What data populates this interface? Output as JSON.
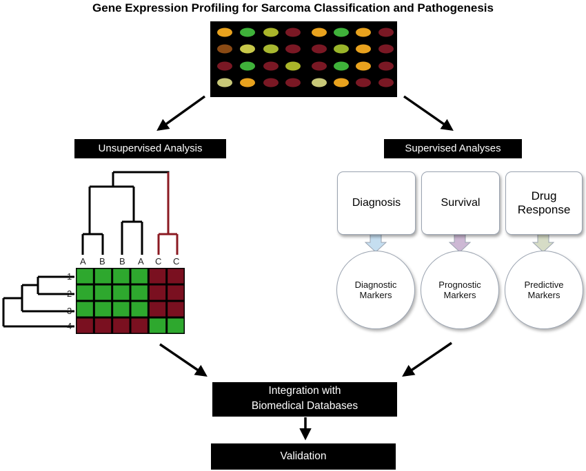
{
  "title": "Gene Expression Profiling for Sarcoma Classification and Pathogenesis",
  "colors": {
    "green": "#2ea82e",
    "maroon": "#7a1020",
    "dendro_black": "#000000",
    "dendro_red": "#8b1a22",
    "arrow_blue": "#c5def0",
    "arrow_purple": "#cdb8d4",
    "arrow_green": "#d6dcc6"
  },
  "microarray": {
    "rows": [
      [
        "#e8a21e",
        "#3fb23a",
        "#aab52a",
        "#7a1824",
        "#e8a21e",
        "#3fb23a",
        "#e8a21e",
        "#7a1824"
      ],
      [
        "#8a4a14",
        "#c8c84a",
        "#a8b830",
        "#7a1824",
        "#7a1824",
        "#9ab52a",
        "#e8a21e",
        "#7a1824"
      ],
      [
        "#7a1824",
        "#3fb23a",
        "#7a1824",
        "#aab52a",
        "#7a1824",
        "#3fb23a",
        "#e8a21e",
        "#7a1824"
      ],
      [
        "#c8c878",
        "#e8a21e",
        "#7a1824",
        "#7a1824",
        "#c8c878",
        "#e8a21e",
        "#7a1824",
        "#7a1824"
      ]
    ]
  },
  "unsupervised": {
    "label": "Unsupervised Analysis",
    "column_labels": [
      "A",
      "B",
      "B",
      "A",
      "C",
      "C"
    ],
    "row_labels": [
      "1",
      "2",
      "3",
      "4"
    ],
    "heatmap": [
      [
        "g",
        "g",
        "g",
        "g",
        "m",
        "m"
      ],
      [
        "g",
        "g",
        "g",
        "g",
        "m",
        "m"
      ],
      [
        "g",
        "g",
        "g",
        "g",
        "m",
        "m"
      ],
      [
        "m",
        "m",
        "m",
        "m",
        "g",
        "g"
      ]
    ]
  },
  "supervised": {
    "label": "Supervised Analyses",
    "categories": [
      {
        "box": "Diagnosis",
        "marker_line1": "Diagnostic",
        "marker_line2": "Markers",
        "arrow": "blue"
      },
      {
        "box": "Survival",
        "marker_line1": "Prognostic",
        "marker_line2": "Markers",
        "arrow": "purple"
      },
      {
        "box_line1": "Drug",
        "box_line2": "Response",
        "marker_line1": "Predictive",
        "marker_line2": "Markers",
        "arrow": "green"
      }
    ]
  },
  "integration": {
    "line1": "Integration with",
    "line2": "Biomedical Databases"
  },
  "validation": {
    "label": "Validation"
  }
}
